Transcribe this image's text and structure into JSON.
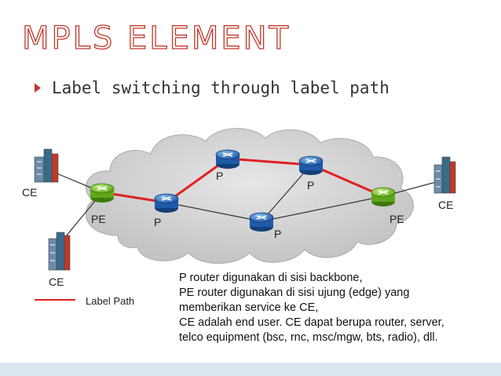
{
  "slide": {
    "title": "MPLS ELEMENT",
    "bullet": "Label switching through label path"
  },
  "diagram": {
    "node_labels": {
      "ce_left": "CE",
      "pe_left": "PE",
      "p_left": "P",
      "p_top": "P",
      "p_bottom": "P",
      "p_right": "P",
      "pe_right": "PE",
      "ce_right": "CE",
      "ce_bottom": "CE"
    },
    "legend": {
      "label": "Label Path",
      "color": "#e02020"
    },
    "colors": {
      "pe_router": "#7ed321",
      "p_router": "#2a6dbf",
      "cloud": "#cccccc"
    }
  },
  "description": [
    "P router digunakan di sisi backbone,",
    "PE router digunakan di sisi ujung (edge) yang",
    "memberikan service ke CE,",
    "CE adalah end user. CE dapat berupa router, server,",
    "telco equipment (bsc, rnc, msc/mgw, bts, radio), dll."
  ]
}
